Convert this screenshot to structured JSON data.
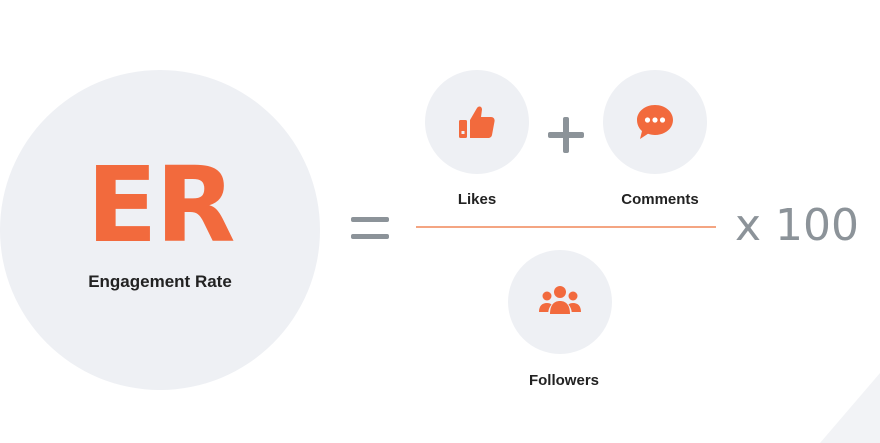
{
  "formula": {
    "abbreviation": "ER",
    "label": "Engagement Rate",
    "likes_label": "Likes",
    "comments_label": "Comments",
    "followers_label": "Followers",
    "multiplier": "x 100"
  },
  "icons": {
    "likes": "thumbs-up-icon",
    "comments": "speech-bubble-icon",
    "followers": "group-icon",
    "operator_equals": "equals",
    "operator_plus": "plus"
  },
  "colors": {
    "accent": "#f26a3d",
    "operator": "#8c9399",
    "circle": "#eef0f4",
    "text": "#222222",
    "fraction_line": "#f4a582"
  }
}
